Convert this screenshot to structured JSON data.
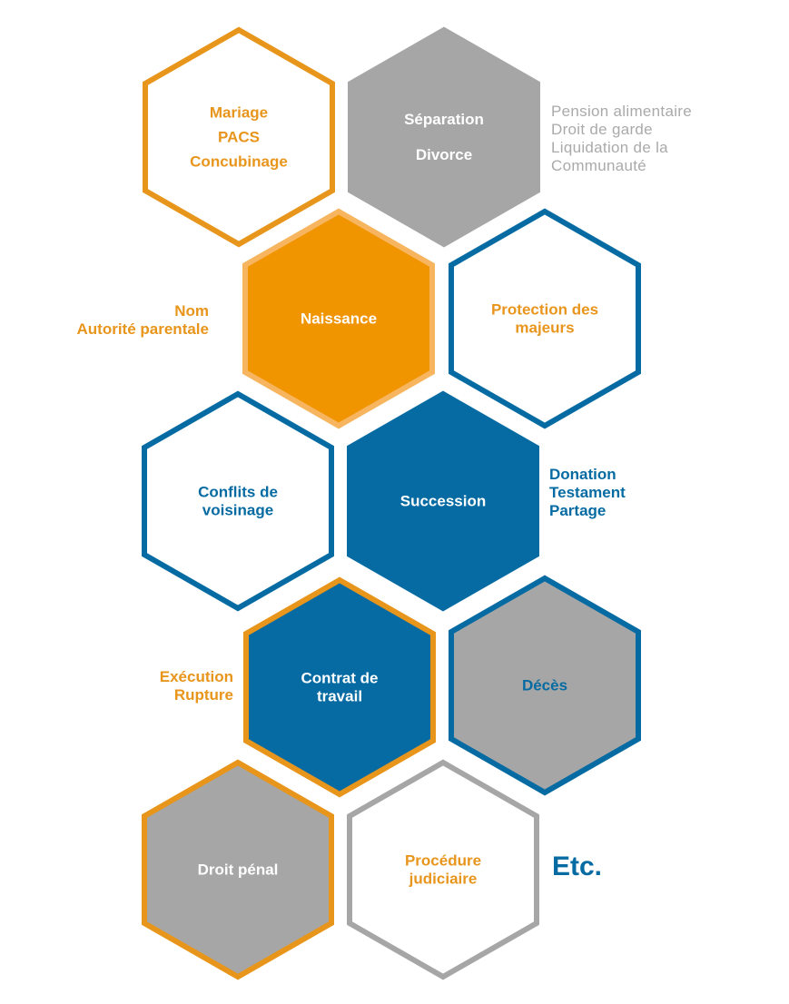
{
  "colors": {
    "orange": "#E8951C",
    "orange_fill": "#F09400",
    "blue": "#066BA2",
    "gray": "#A6A6A6",
    "gray_light": "#AAAAAA",
    "white": "#FFFFFF"
  },
  "hexagons": [
    {
      "id": "mariage",
      "lines": [
        "Mariage",
        "PACS",
        "Concubinage"
      ],
      "fill": "#FFFFFF",
      "stroke": "#E8951C",
      "text": "#E8951C"
    },
    {
      "id": "separation",
      "lines": [
        "Séparation",
        "Divorce"
      ],
      "fill": "#A6A6A6",
      "stroke": "#A6A6A6",
      "text": "#FFFFFF"
    },
    {
      "id": "naissance",
      "lines": [
        "Naissance"
      ],
      "fill": "#F09400",
      "stroke": "#F6B55E",
      "text": "#FFFFFF"
    },
    {
      "id": "protection",
      "lines": [
        "Protection des",
        "majeurs"
      ],
      "fill": "#FFFFFF",
      "stroke": "#066BA2",
      "text": "#E8951C"
    },
    {
      "id": "conflits",
      "lines": [
        "Conflits de",
        "voisinage"
      ],
      "fill": "#FFFFFF",
      "stroke": "#066BA2",
      "text": "#066BA2"
    },
    {
      "id": "succession",
      "lines": [
        "Succession"
      ],
      "fill": "#066BA2",
      "stroke": "#066BA2",
      "text": "#FFFFFF"
    },
    {
      "id": "contrat",
      "lines": [
        "Contrat de",
        "travail"
      ],
      "fill": "#066BA2",
      "stroke": "#E8951C",
      "text": "#FFFFFF"
    },
    {
      "id": "deces",
      "lines": [
        "Décès"
      ],
      "fill": "#A6A6A6",
      "stroke": "#066BA2",
      "text": "#066BA2"
    },
    {
      "id": "penal",
      "lines": [
        "Droit pénal"
      ],
      "fill": "#A6A6A6",
      "stroke": "#E8951C",
      "text": "#FFFFFF"
    },
    {
      "id": "procedure",
      "lines": [
        "Procédure",
        "judiciaire"
      ],
      "fill": "#FFFFFF",
      "stroke": "#A6A6A6",
      "text": "#E8951C"
    }
  ],
  "side_labels": {
    "separation": [
      "Pension alimentaire",
      "Droit de garde",
      "Liquidation de la",
      "Communauté"
    ],
    "naissance": [
      "Nom",
      "Autorité parentale"
    ],
    "succession": [
      "Donation",
      "Testament",
      "Partage"
    ],
    "contrat": [
      "Exécution",
      "Rupture"
    ]
  },
  "etc_label": "Etc."
}
